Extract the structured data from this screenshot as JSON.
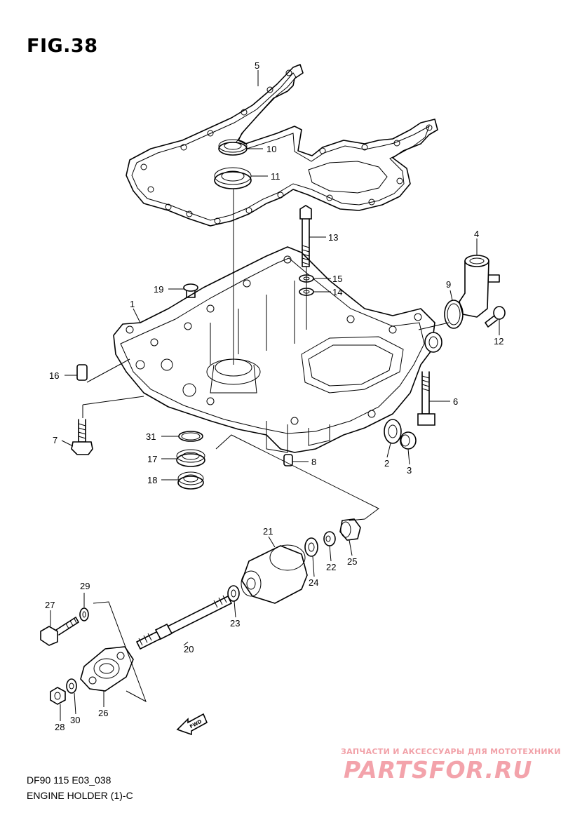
{
  "figure": {
    "title": "FIG.38",
    "code": "DF90 115 E03_038",
    "caption": "ENGINE HOLDER (1)-C"
  },
  "direction_mark": "FWD",
  "callouts": [
    "1",
    "2",
    "3",
    "4",
    "5",
    "6",
    "7",
    "8",
    "9",
    "10",
    "11",
    "12",
    "13",
    "14",
    "15",
    "16",
    "17",
    "18",
    "19",
    "20",
    "21",
    "22",
    "23",
    "24",
    "25",
    "26",
    "27",
    "28",
    "29",
    "30",
    "31"
  ],
  "watermark": {
    "tagline": "ЗАПЧАСТИ И АКСЕССУАРЫ ДЛЯ МОТОТЕХНИКИ",
    "brand": "PARTSFOR.RU",
    "color": "#f1a1a8"
  },
  "colors": {
    "line": "#000000",
    "background": "#ffffff"
  }
}
